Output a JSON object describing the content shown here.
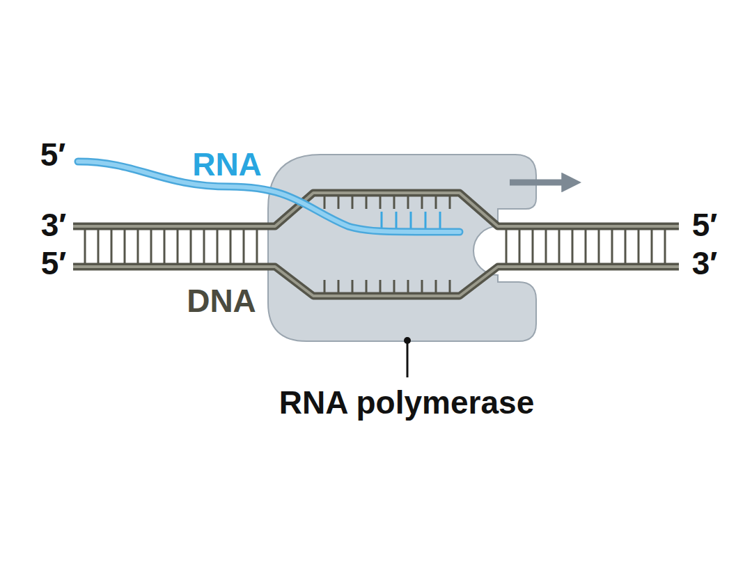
{
  "diagram": {
    "labels": [
      "5′",
      "RNA",
      "3′",
      "5′",
      "5′",
      "3′",
      "DNA",
      "RNA polymerase"
    ]
  }
}
